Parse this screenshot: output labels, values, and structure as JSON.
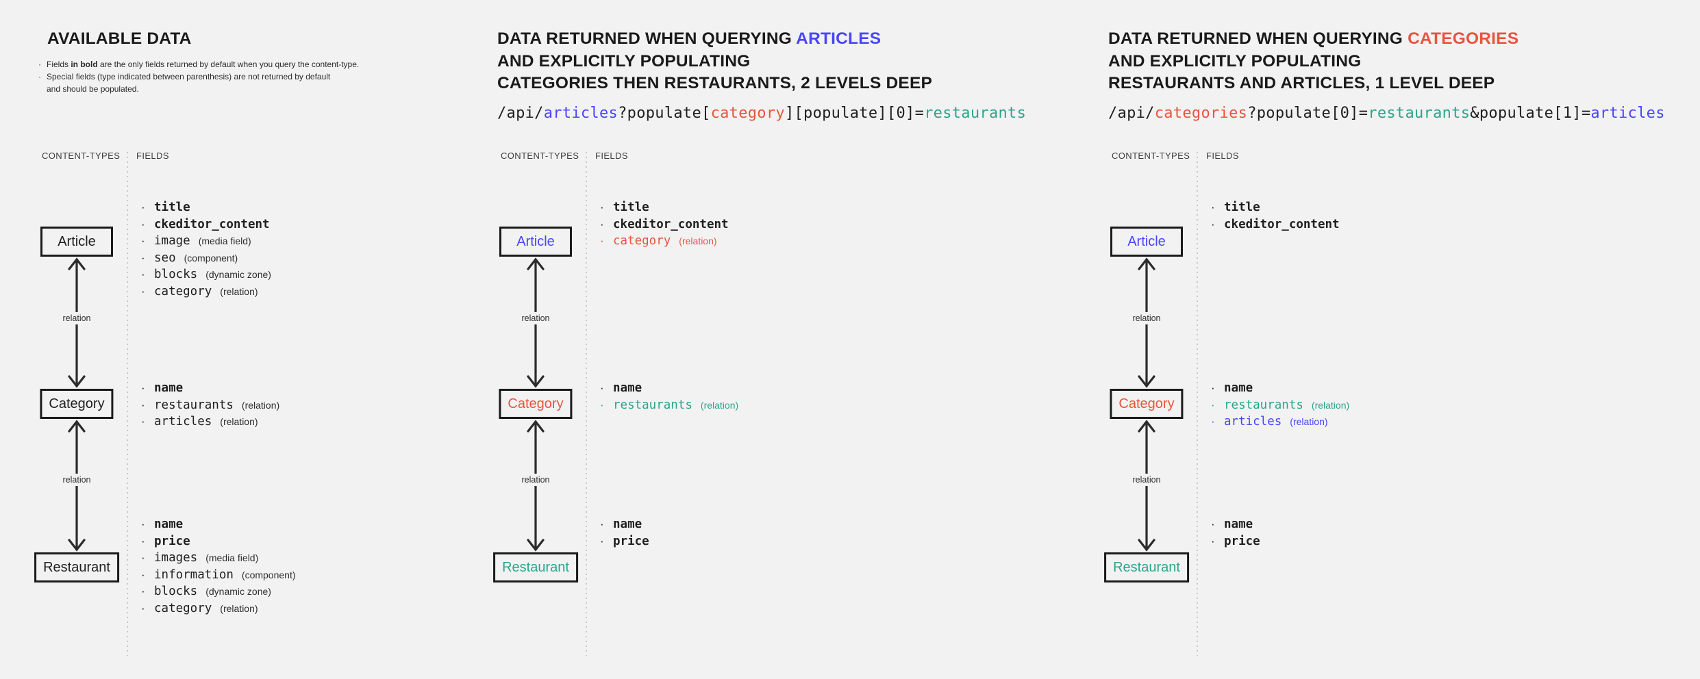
{
  "palette": {
    "ink": "#1f1f1f",
    "blue": "#4945ff",
    "red": "#e8543f",
    "teal": "#2aa58c",
    "bg": "#f2f2f2"
  },
  "panels": [
    {
      "id": "available-data",
      "title_lines": [
        [
          {
            "text": "AVAILABLE DATA"
          }
        ]
      ],
      "notes": [
        {
          "lines": [
            [
              {
                "text": "Fields "
              },
              {
                "text": "in bold",
                "bold": true
              },
              {
                "text": " are the only fields returned by default when you query the content-type."
              }
            ]
          ]
        },
        {
          "lines": [
            [
              {
                "text": "Special fields (type indicated between parenthesis) are not returned by default"
              }
            ],
            [
              {
                "text": "and should be populated."
              }
            ]
          ]
        }
      ],
      "code": null,
      "columns_label": "CONTENT-TYPES",
      "fields_label": "FIELDS",
      "relation_label": "relation",
      "nodes": [
        {
          "label": "Article",
          "color": "ink",
          "fields": [
            {
              "name": "title",
              "bold": true
            },
            {
              "name": "ckeditor_content",
              "bold": true
            },
            {
              "name": "image",
              "type": "(media field)"
            },
            {
              "name": "seo",
              "type": "(component)"
            },
            {
              "name": "blocks",
              "type": "(dynamic zone)"
            },
            {
              "name": "category",
              "type": "(relation)"
            }
          ]
        },
        {
          "label": "Category",
          "color": "ink",
          "fields": [
            {
              "name": "name",
              "bold": true
            },
            {
              "name": "restaurants",
              "type": "(relation)"
            },
            {
              "name": "articles",
              "type": "(relation)"
            }
          ]
        },
        {
          "label": "Restaurant",
          "color": "ink",
          "fields": [
            {
              "name": "name",
              "bold": true
            },
            {
              "name": "price",
              "bold": true
            },
            {
              "name": "images",
              "type": "(media field)"
            },
            {
              "name": "information",
              "type": "(component)"
            },
            {
              "name": "blocks",
              "type": "(dynamic zone)"
            },
            {
              "name": "category",
              "type": "(relation)"
            }
          ]
        }
      ]
    },
    {
      "id": "query-articles",
      "title_lines": [
        [
          {
            "text": "DATA RETURNED WHEN QUERYING "
          },
          {
            "text": "ARTICLES",
            "color": "blue"
          }
        ],
        [
          {
            "text": "AND EXPLICITLY POPULATING"
          }
        ],
        [
          {
            "text": "CATEGORIES THEN RESTAURANTS, 2 LEVELS DEEP"
          }
        ]
      ],
      "notes": null,
      "code": [
        {
          "text": "/api/"
        },
        {
          "text": "articles",
          "color": "blue"
        },
        {
          "text": "?populate["
        },
        {
          "text": "category",
          "color": "red"
        },
        {
          "text": "][populate][0]="
        },
        {
          "text": "restaurants",
          "color": "teal"
        }
      ],
      "columns_label": "CONTENT-TYPES",
      "fields_label": "FIELDS",
      "relation_label": "relation",
      "nodes": [
        {
          "label": "Article",
          "color": "blue",
          "fields": [
            {
              "name": "title",
              "bold": true
            },
            {
              "name": "ckeditor_content",
              "bold": true
            },
            {
              "name": "category",
              "type": "(relation)",
              "color": "red"
            }
          ]
        },
        {
          "label": "Category",
          "color": "red",
          "fields": [
            {
              "name": "name",
              "bold": true
            },
            {
              "name": "restaurants",
              "type": "(relation)",
              "color": "teal"
            }
          ]
        },
        {
          "label": "Restaurant",
          "color": "teal",
          "fields": [
            {
              "name": "name",
              "bold": true
            },
            {
              "name": "price",
              "bold": true
            }
          ]
        }
      ]
    },
    {
      "id": "query-categories",
      "title_lines": [
        [
          {
            "text": "DATA RETURNED WHEN QUERYING "
          },
          {
            "text": "CATEGORIES",
            "color": "red"
          }
        ],
        [
          {
            "text": "AND EXPLICITLY POPULATING"
          }
        ],
        [
          {
            "text": "RESTAURANTS AND ARTICLES, 1 LEVEL DEEP"
          }
        ]
      ],
      "notes": null,
      "code": [
        {
          "text": "/api/"
        },
        {
          "text": "categories",
          "color": "red"
        },
        {
          "text": "?populate[0]="
        },
        {
          "text": "restaurants",
          "color": "teal"
        },
        {
          "text": "&populate[1]="
        },
        {
          "text": "articles",
          "color": "blue"
        }
      ],
      "columns_label": "CONTENT-TYPES",
      "fields_label": "FIELDS",
      "relation_label": "relation",
      "nodes": [
        {
          "label": "Article",
          "color": "blue",
          "fields": [
            {
              "name": "title",
              "bold": true
            },
            {
              "name": "ckeditor_content",
              "bold": true
            }
          ]
        },
        {
          "label": "Category",
          "color": "red",
          "fields": [
            {
              "name": "name",
              "bold": true
            },
            {
              "name": "restaurants",
              "type": "(relation)",
              "color": "teal"
            },
            {
              "name": "articles",
              "type": "(relation)",
              "color": "blue"
            }
          ]
        },
        {
          "label": "Restaurant",
          "color": "teal",
          "fields": [
            {
              "name": "name",
              "bold": true
            },
            {
              "name": "price",
              "bold": true
            }
          ]
        }
      ]
    }
  ]
}
